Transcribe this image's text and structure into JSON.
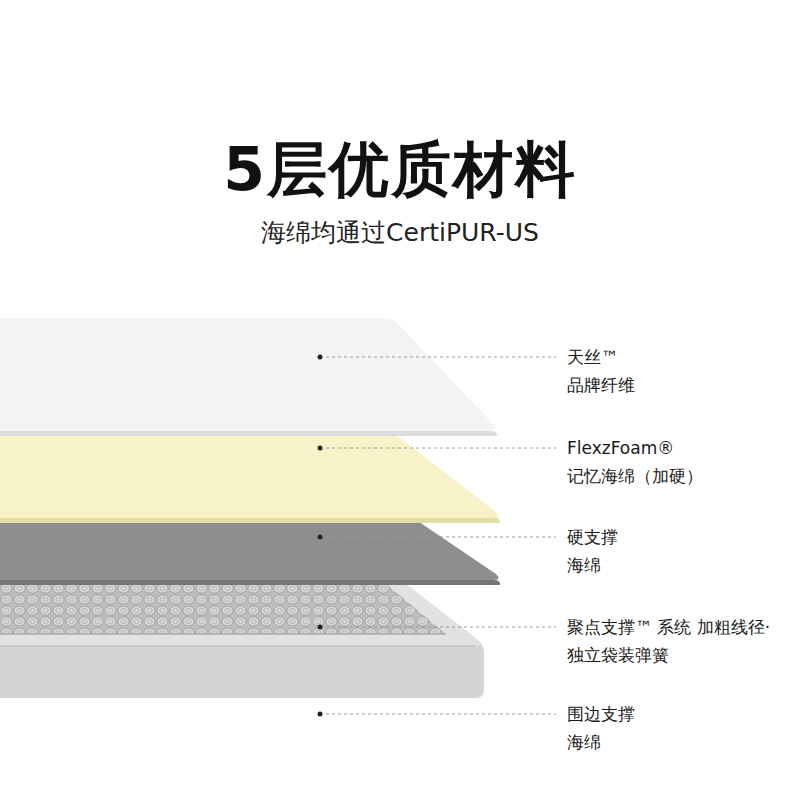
{
  "diagram": {
    "title": "5层优质材料",
    "labels": [
      "海绵均通过CertiPUR-US",
      "天丝™ 品牌纤维",
      "FlexzFoam® 记忆海绵（加硬）",
      "硬支撑 海绵",
      "聚点支撑™ 系统 加粗线径·独立袋装弹簧",
      "围边支撑 海绵"
    ]
  }
}
